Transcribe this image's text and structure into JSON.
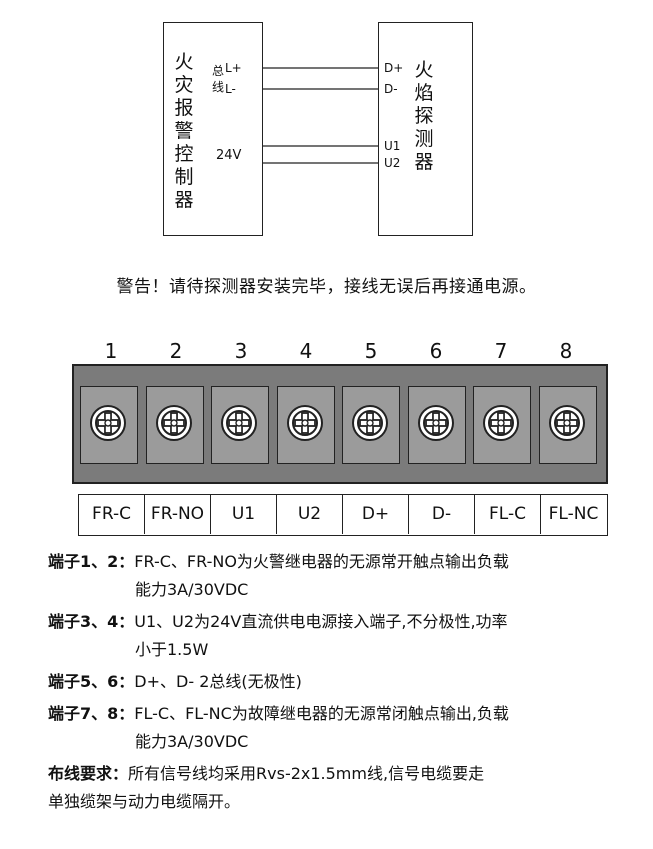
{
  "diagram": {
    "controller_title": "火灾报警控制器",
    "detector_title": "火焰探测器",
    "bus_label": "总线",
    "bus_pos": "L+",
    "bus_neg": "L-",
    "power_label": "24V",
    "det_pos": "D+",
    "det_neg": "D-",
    "det_u1": "U1",
    "det_u2": "U2"
  },
  "warning": "警告！请待探测器安装完毕，接线无误后再接通电源。",
  "terminal": {
    "numbers": [
      "1",
      "2",
      "3",
      "4",
      "5",
      "6",
      "7",
      "8"
    ],
    "labels": [
      "FR-C",
      "FR-NO",
      "U1",
      "U2",
      "D+",
      "D-",
      "FL-C",
      "FL-NC"
    ],
    "block_color": "#7b7b7b",
    "cell_color": "#9b9b9b"
  },
  "notes": [
    {
      "prefix": "端子1、2：",
      "line1": "FR-C、FR-NO为火警继电器的无源常开触点输出负载",
      "line2": "能力3A/30VDC"
    },
    {
      "prefix": "端子3、4：",
      "line1": "U1、U2为24V直流供电电源接入端子,不分极性,功率",
      "line2": "小于1.5W"
    },
    {
      "prefix": "端子5、6：",
      "line1": "D+、D- 2总线(无极性)",
      "line2": ""
    },
    {
      "prefix": "端子7、8：",
      "line1": "FL-C、FL-NC为故障继电器的无源常闭触点输出,负载",
      "line2": "能力3A/30VDC"
    },
    {
      "prefix": "布线要求：",
      "line1": "所有信号线均采用Rvs-2x1.5mm线,信号电缆要走",
      "line2": "单独缆架与动力电缆隔开。"
    }
  ]
}
